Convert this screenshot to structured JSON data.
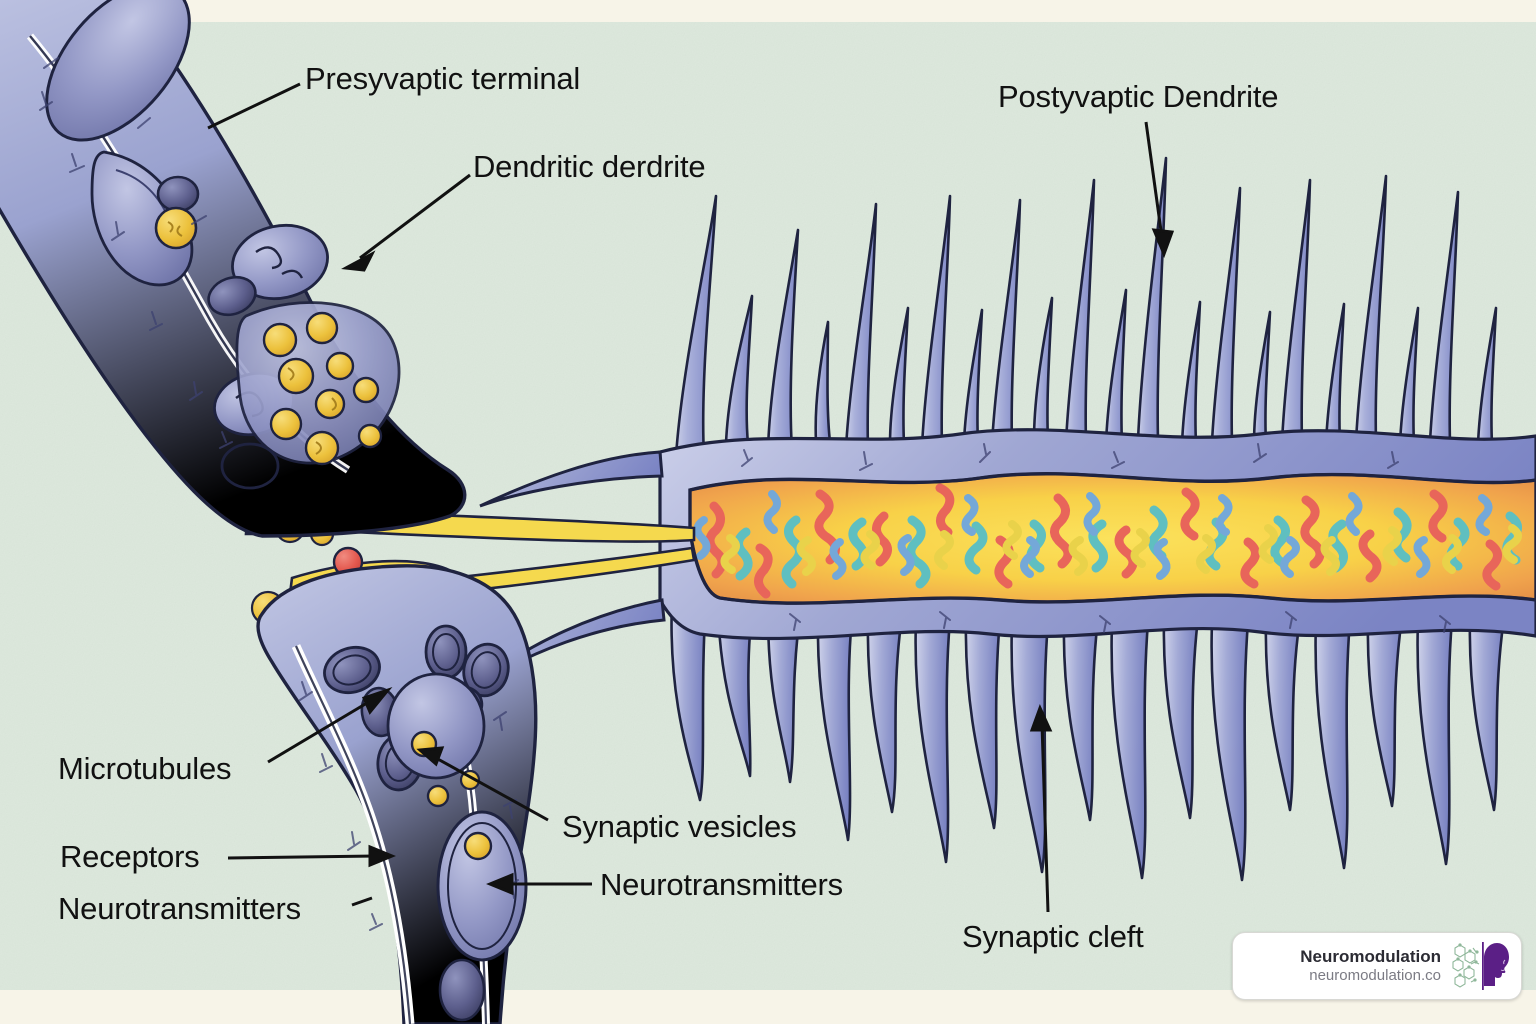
{
  "figure": {
    "kind": "synapse-illustration",
    "background_top_band": "#f7f4e8",
    "background_main": "#dce8dc",
    "background_bottom_band": "#f7f4e8"
  },
  "labels": {
    "presynaptic_terminal": "Presyvaptic terminal",
    "dendritic_dendrite": "Dendritic derdrite",
    "postsynaptic_dendrite": "Postyvaptic Dendrite",
    "microtubules": "Microtubules",
    "receptors": "Receptors",
    "neurotransmitters_left": "Neurotransmitters",
    "synaptic_vesicles": "Synaptic vesicles",
    "neurotransmitters_right": "Neurotransmitters",
    "synaptic_cleft": "Synaptic cleft"
  },
  "watermark": {
    "title": "Neuromodulation",
    "url": "neuromodulation.co",
    "logo_head_color": "#5b1f86",
    "logo_molecule_color": "#8fb79a"
  },
  "palette": {
    "membrane_fill": "#9aa2cf",
    "membrane_shade": "#7a84bc",
    "membrane_outline": "#1f2340",
    "cytoplasm_orange": "#f0a04b",
    "cytoplasm_yellow": "#f6d44a",
    "protein_red": "#e8655a",
    "protein_teal": "#5fbfc0",
    "protein_blue": "#74a8d8",
    "protein_yellow": "#e9d24a",
    "vesicle_yellow": "#f0c33c",
    "neurotransmitter_red": "#e4594f",
    "organelle_dark": "#5d5f8d",
    "cleft_band": "#f5d94e",
    "label_text": "#111111"
  }
}
